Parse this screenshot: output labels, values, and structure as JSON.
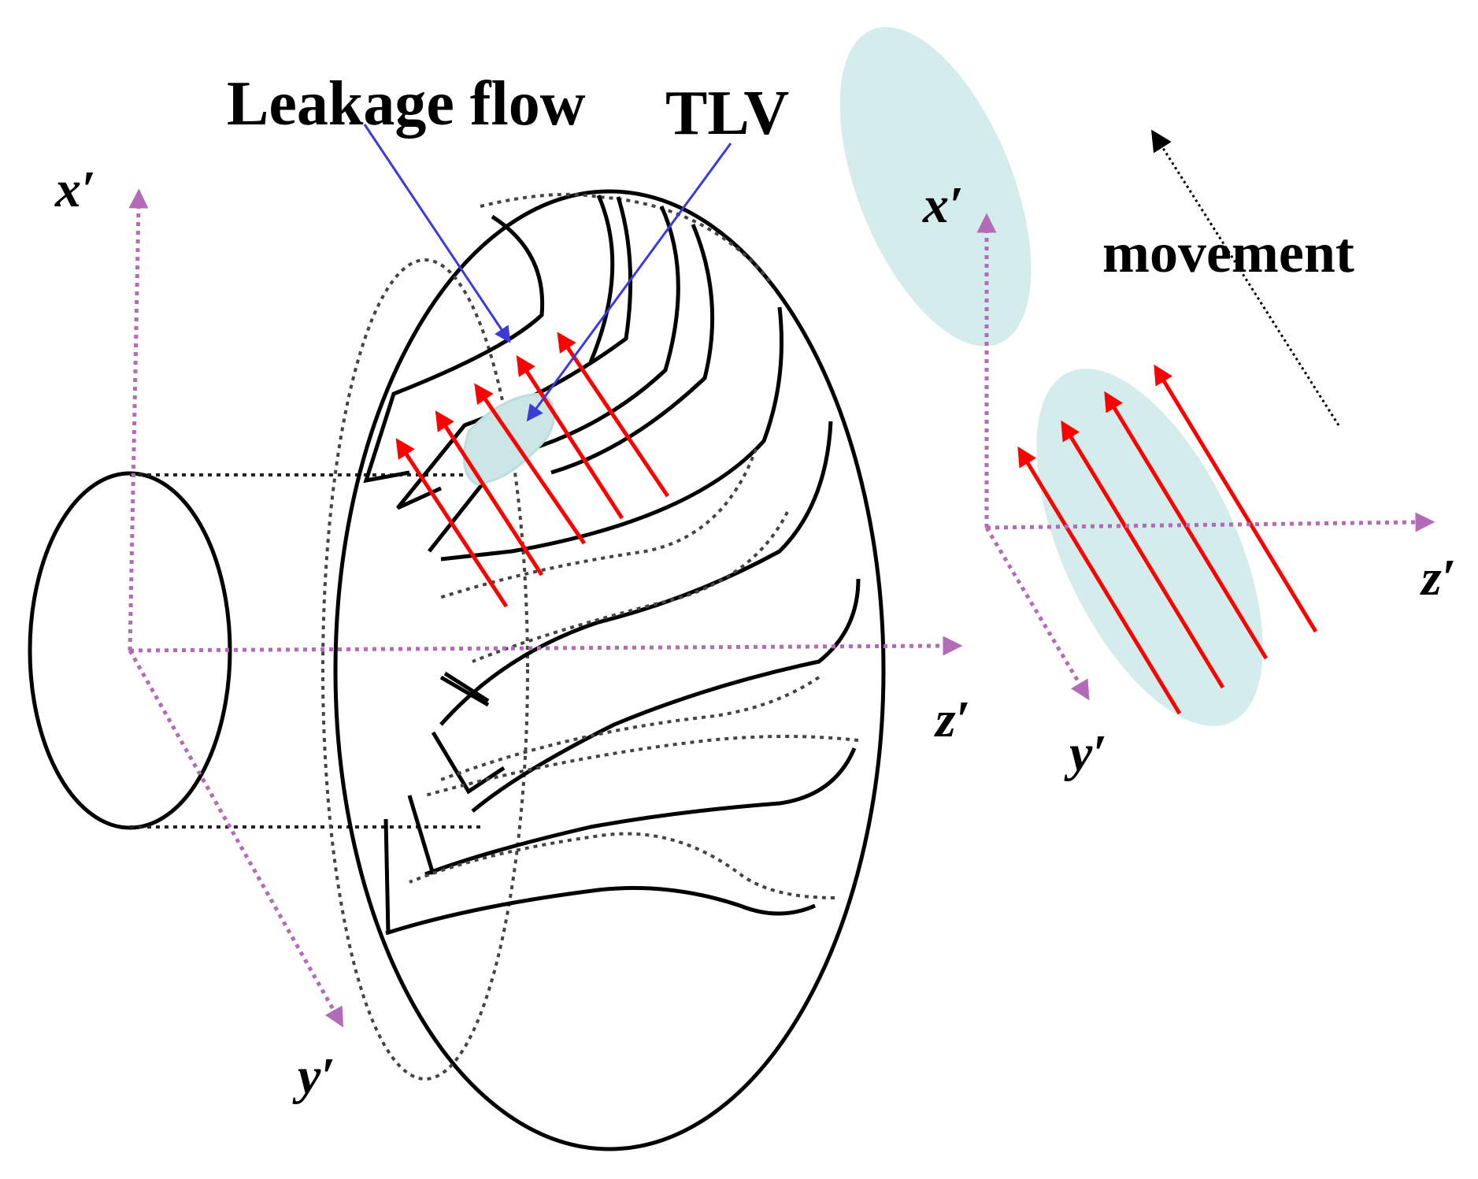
{
  "labels": {
    "leakage_flow": "Leakage flow",
    "tlv": "TLV",
    "movement": "movement"
  },
  "axes_left": {
    "x": "x′",
    "y": "y′",
    "z": "z′"
  },
  "axes_right": {
    "x": "x′",
    "y": "y′",
    "z": "z′"
  },
  "colors": {
    "axis": "#b36bb8",
    "flow_arrow": "#ff0000",
    "pointer": "#3b3bd9",
    "vortex": "#d4ecec",
    "outline": "#000000"
  }
}
